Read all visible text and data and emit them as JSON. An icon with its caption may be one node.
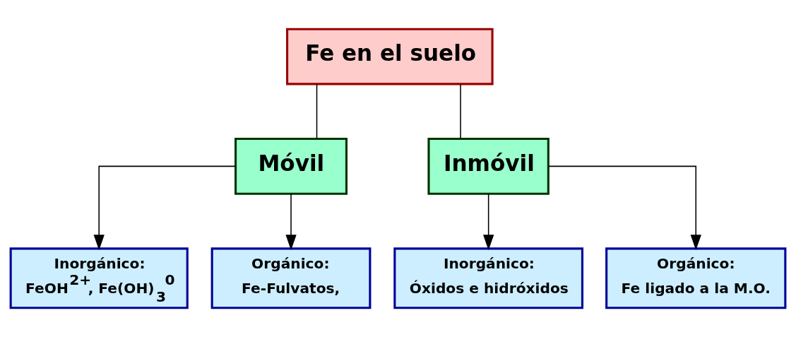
{
  "diagram": {
    "nodes": [
      {
        "text": [
          "Fe en el suelo"
        ]
      },
      {
        "text": [
          "Móvil"
        ]
      },
      {
        "text": [
          "Inmóvil"
        ]
      },
      {
        "text": [
          "Inorgánico:",
          "FeOH$^{2+}$, Fe(OH)$_{3}$$^{0}$"
        ]
      },
      {
        "text": [
          "Orgánico:",
          "Fe-Fulvatos,"
        ]
      },
      {
        "text": [
          "Inorgánico:",
          "Óxidos e hidróxidos"
        ]
      },
      {
        "text": [
          "Orgánico:",
          "Fe ligado a la M.O."
        ]
      }
    ],
    "edges": [
      {
        "from": 0,
        "to": 1,
        "arrow": "none"
      },
      {
        "from": 0,
        "to": 2,
        "arrow": "none"
      },
      {
        "from": 1,
        "to": 3,
        "arrow": "to"
      },
      {
        "from": 1,
        "to": 4,
        "arrow": "to"
      },
      {
        "from": 2,
        "to": 5,
        "arrow": "to"
      },
      {
        "from": 2,
        "to": 6,
        "arrow": "to"
      }
    ]
  }
}
